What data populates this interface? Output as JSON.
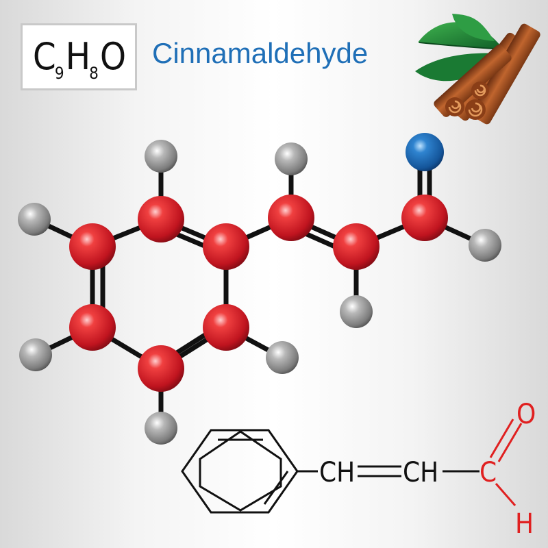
{
  "formula": {
    "c": "C",
    "c_sub": "9",
    "h": "H",
    "h_sub": "8",
    "o": "O"
  },
  "title": "Cinnamaldehyde",
  "structure": {
    "ch1": "CH",
    "ch2": "CH",
    "carbonyl_c": "C",
    "carbonyl_o": "O",
    "aldehyde_h": "H"
  },
  "colors": {
    "title": "#1f6fb7",
    "carbon": "#d42030",
    "hydrogen": "#9a9a9a",
    "oxygen": "#1e63b0",
    "bond": "#111111",
    "aldehyde_text": "#e02020",
    "cinnamon": "#a0522d",
    "leaf": "#1f8a3a"
  },
  "icons": [
    "cinnamon-sticks-icon",
    "leaves-icon"
  ]
}
